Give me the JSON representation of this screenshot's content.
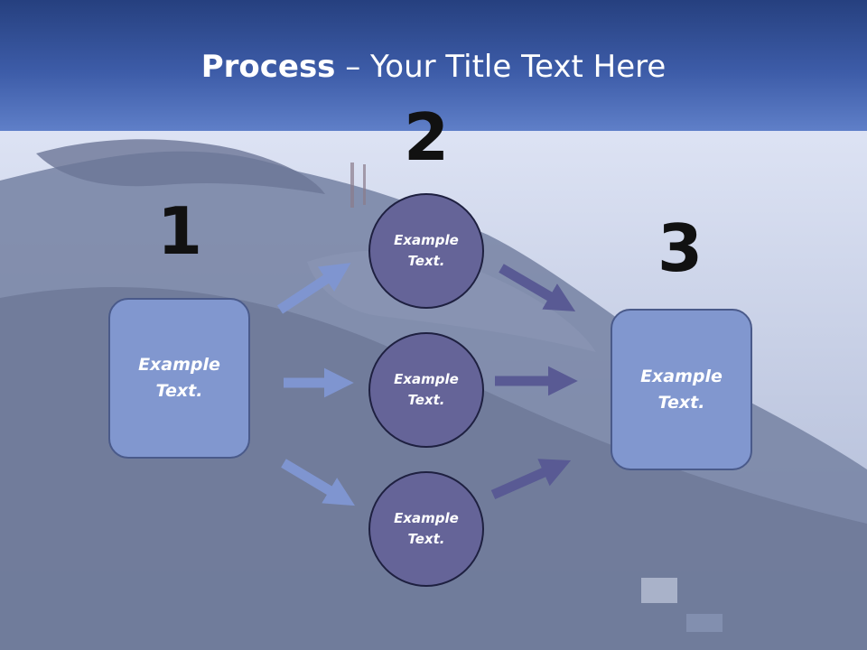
{
  "title": {
    "bold": "Process",
    "rest": " – Your Title Text Here"
  },
  "steps": [
    {
      "number": "1",
      "text_line1": "Example",
      "text_line2": "Text."
    },
    {
      "number": "2",
      "text_line1": "Example",
      "text_line2": "Text."
    },
    {
      "number": "3",
      "text_line1": "Example",
      "text_line2": "Text."
    }
  ],
  "circles": [
    {
      "text_line1": "Example",
      "text_line2": "Text."
    },
    {
      "text_line1": "Example",
      "text_line2": "Text."
    },
    {
      "text_line1": "Example",
      "text_line2": "Text."
    }
  ],
  "colors": {
    "title_band": "#3d5ca8",
    "box_fill": "#8197cf",
    "circle_fill": "#656498",
    "left_arrows": "#7f95d0",
    "right_arrows": "#595a94"
  }
}
